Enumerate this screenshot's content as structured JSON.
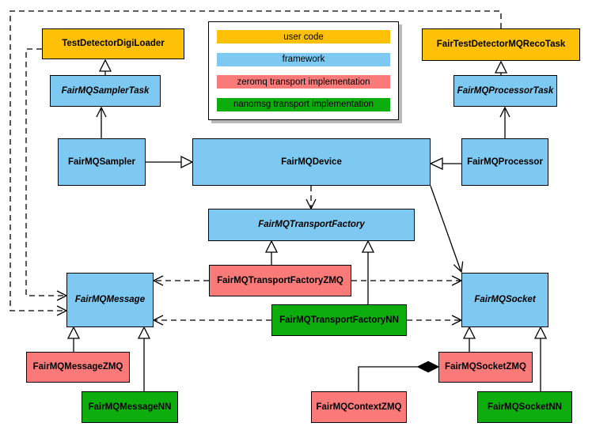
{
  "palette": {
    "user_code": "#FFC107",
    "framework": "#7EC9F1",
    "zeromq": "#FA7A7A",
    "nanomsg": "#0CAD0C"
  },
  "legend": {
    "items": [
      {
        "label": "user code",
        "type": "user_code"
      },
      {
        "label": "framework",
        "type": "framework"
      },
      {
        "label": "zeromq transport implementation",
        "type": "zeromq"
      },
      {
        "label": "nanomsg transport implementation",
        "type": "nanomsg"
      }
    ]
  },
  "nodes": {
    "test_detector_digi_loader": {
      "label": "TestDetectorDigiLoader",
      "type": "user_code"
    },
    "fair_test_detector_mq_reco_task": {
      "label": "FairTestDetectorMQRecoTask",
      "type": "user_code"
    },
    "fairmq_sampler_task": {
      "label": "FairMQSamplerTask",
      "type": "framework",
      "abstract": true
    },
    "fairmq_processor_task": {
      "label": "FairMQProcessorTask",
      "type": "framework",
      "abstract": true
    },
    "fairmq_sampler": {
      "label": "FairMQSampler",
      "type": "framework"
    },
    "fairmq_device": {
      "label": "FairMQDevice",
      "type": "framework"
    },
    "fairmq_processor": {
      "label": "FairMQProcessor",
      "type": "framework"
    },
    "fairmq_transport_factory": {
      "label": "FairMQTransportFactory",
      "type": "framework",
      "abstract": true
    },
    "fairmq_transport_factory_zmq": {
      "label": "FairMQTransportFactoryZMQ",
      "type": "zeromq"
    },
    "fairmq_transport_factory_nn": {
      "label": "FairMQTransportFactoryNN",
      "type": "nanomsg"
    },
    "fairmq_message": {
      "label": "FairMQMessage",
      "type": "framework",
      "abstract": true
    },
    "fairmq_socket": {
      "label": "FairMQSocket",
      "type": "framework",
      "abstract": true
    },
    "fairmq_message_zmq": {
      "label": "FairMQMessageZMQ",
      "type": "zeromq"
    },
    "fairmq_message_nn": {
      "label": "FairMQMessageNN",
      "type": "nanomsg"
    },
    "fairmq_context_zmq": {
      "label": "FairMQContextZMQ",
      "type": "zeromq"
    },
    "fairmq_socket_zmq": {
      "label": "FairMQSocketZMQ",
      "type": "zeromq"
    },
    "fairmq_socket_nn": {
      "label": "FairMQSocketNN",
      "type": "nanomsg"
    }
  }
}
